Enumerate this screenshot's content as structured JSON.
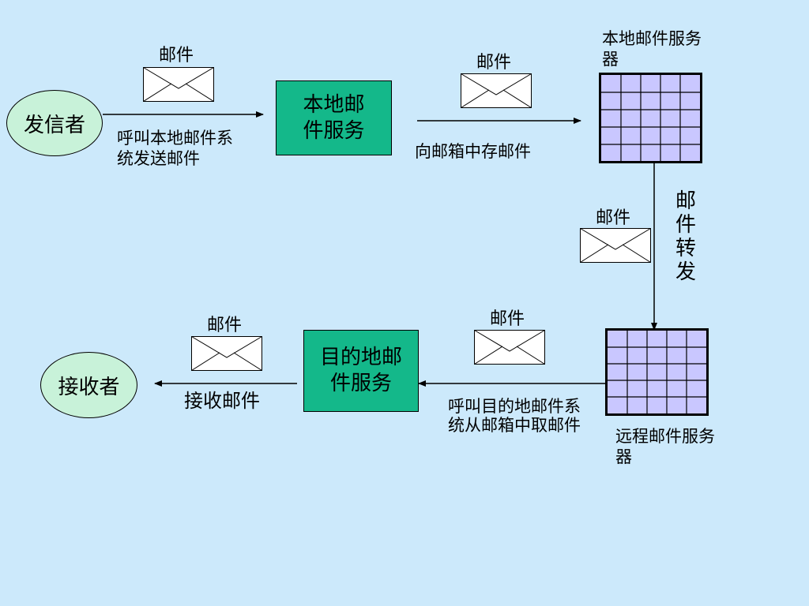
{
  "nodes": {
    "sender": "发信者",
    "receiver": "接收者",
    "local_service": "本地邮件服务",
    "dest_service": "目的地邮件服务",
    "local_server_label": "本地邮件服务器",
    "remote_server_label": "远程邮件服务器"
  },
  "envelopes": {
    "env1": "邮件",
    "env2": "邮件",
    "env3": "邮件",
    "env4": "邮件",
    "env5": "邮件"
  },
  "edges": {
    "send_call": "呼叫本地邮件系统发送邮件",
    "store_in_mailbox": "向邮箱中存邮件",
    "forward": "邮件转发",
    "fetch_call": "呼叫目的地邮件系统从邮箱中取邮件",
    "receive": "接收邮件"
  },
  "icons": {
    "envelope": "envelope-icon",
    "server_grid": "server-grid-icon"
  },
  "colors": {
    "background": "#cce9fb",
    "person_fill": "#c8f2d9",
    "service_fill": "#14b88a",
    "server_fill": "#c9c7ff"
  }
}
